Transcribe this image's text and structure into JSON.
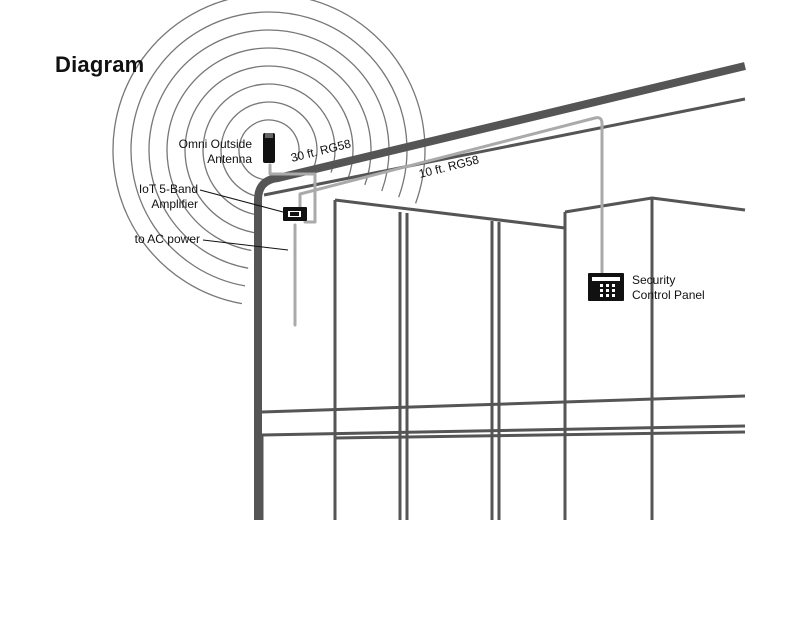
{
  "title": "Diagram",
  "labels": {
    "antenna": [
      "Omni Outside",
      "Antenna"
    ],
    "amplifier": [
      "IoT 5-Band",
      "Amplifier"
    ],
    "power": "to AC power",
    "panel": [
      "Security",
      "Control Panel"
    ]
  },
  "cables": {
    "outside": "30 ft. RG58",
    "inside": "10 ft. RG58"
  },
  "colors": {
    "wall": "#555555",
    "cable": "#aaaaaa",
    "ink": "#111111",
    "signal": "#777777"
  },
  "icons": {
    "antenna": "omni-antenna-icon",
    "amplifier": "amplifier-icon",
    "panel": "keypad-panel-icon",
    "signal": "signal-waves-icon"
  }
}
